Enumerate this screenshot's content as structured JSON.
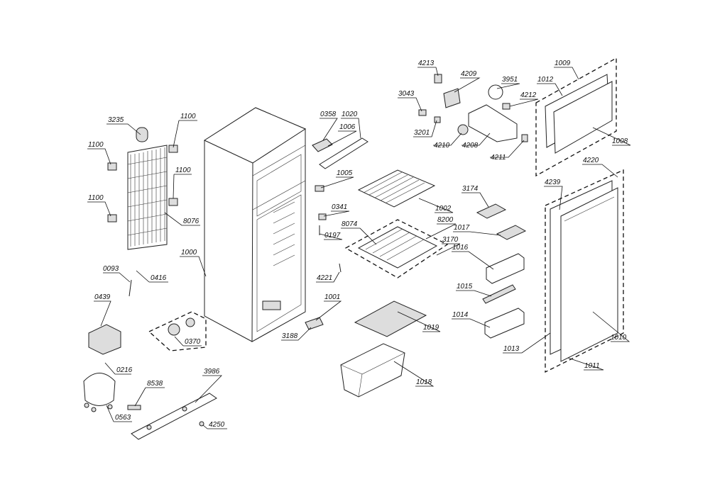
{
  "labels": {
    "l3235": "3235",
    "l1100a": "1100",
    "l1100b": "1100",
    "l1100c": "1100",
    "l1100d": "1100",
    "l8076": "8076",
    "l1000": "1000",
    "l0093": "0093",
    "l0416": "0416",
    "l0439": "0439",
    "l0370": "0370",
    "l0216": "0216",
    "l8538": "8538",
    "l0563": "0563",
    "l3986": "3986",
    "l4250": "4250",
    "l0358": "0358",
    "l1020": "1020",
    "l1006": "1006",
    "l1005": "1005",
    "l0341": "0341",
    "l0197": "0197",
    "l4221": "4221",
    "l1001": "1001",
    "l3188": "3188",
    "l1002": "1002",
    "l8074": "8074",
    "l8200": "8200",
    "l3170": "3170",
    "l1019": "1019",
    "l1018": "1018",
    "l4213": "4213",
    "l4209": "4209",
    "l3951": "3951",
    "l3043": "3043",
    "l4212": "4212",
    "l3201": "3201",
    "l4210": "4210",
    "l4208": "4208",
    "l4211": "4211",
    "l3174": "3174",
    "l1017": "1017",
    "l1016": "1016",
    "l1015": "1015",
    "l1014": "1014",
    "l1013": "1013",
    "l1009": "1009",
    "l1012": "1012",
    "l1008": "1008",
    "l4220": "4220",
    "l4239": "4239",
    "l1010": "1010",
    "l1011": "1011"
  }
}
